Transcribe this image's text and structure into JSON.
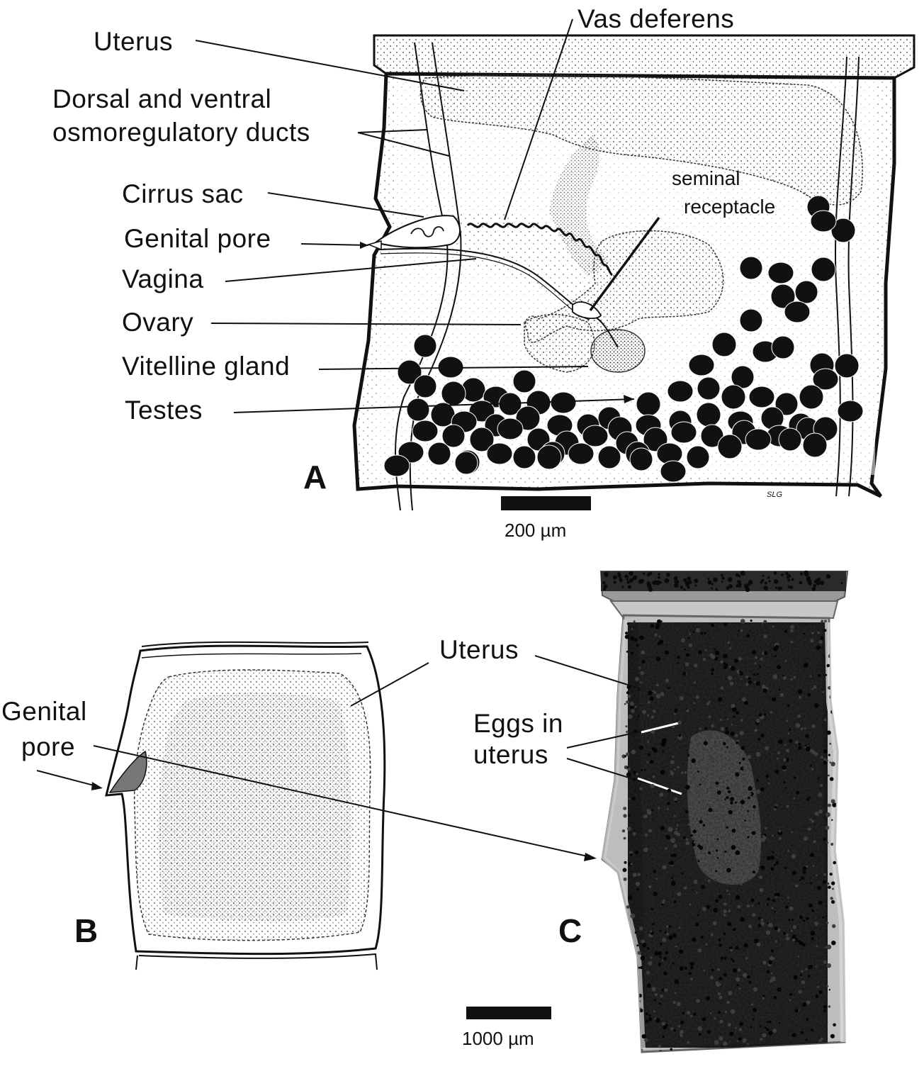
{
  "panel_a": {
    "letter": "A",
    "labels": {
      "uterus": "Uterus",
      "osmo_line1": "Dorsal and ventral",
      "osmo_line2": "osmoregulatory ducts",
      "cirrus_sac": "Cirrus sac",
      "genital_pore": "Genital pore",
      "vagina": "Vagina",
      "ovary": "Ovary",
      "vitelline_gland": "Vitelline gland",
      "testes": "Testes",
      "vas_deferens": "Vas deferens",
      "seminal_line1": "seminal",
      "seminal_line2": "receptacle"
    },
    "scale_bar": "200 µm",
    "signature": "SLG"
  },
  "panel_b": {
    "letter": "B",
    "labels": {
      "genital_line1": "Genital",
      "genital_line2": "pore",
      "uterus": "Uterus"
    }
  },
  "panel_c": {
    "letter": "C",
    "labels": {
      "eggs_line1": "Eggs in",
      "eggs_line2": "uterus"
    }
  },
  "scale_bar_bc": "1000 µm",
  "colors": {
    "ink": "#111111",
    "stipple": "#3a3a3a",
    "photo_bg": "#b9b9b9",
    "photo_dark": "#1c1c1c"
  }
}
